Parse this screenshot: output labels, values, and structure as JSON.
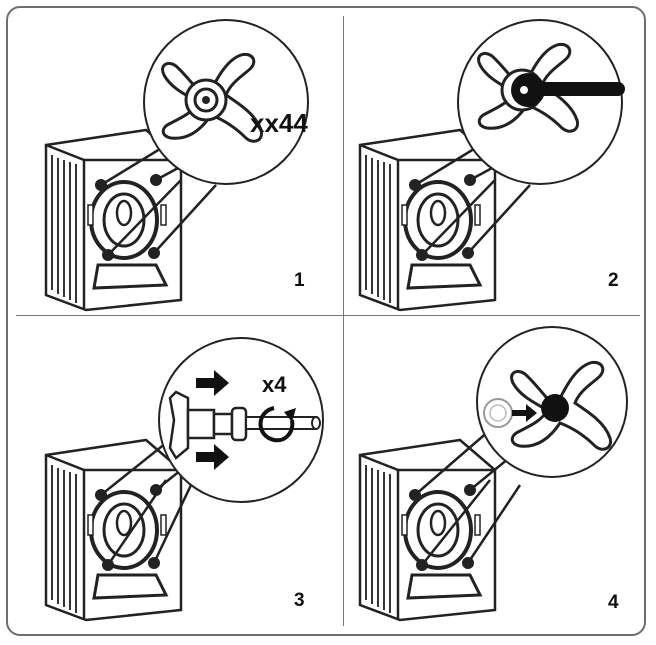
{
  "steps": [
    {
      "number": "1",
      "multiplier": "xx44"
    },
    {
      "number": "2"
    },
    {
      "number": "3",
      "multiplier": "x4"
    },
    {
      "number": "4"
    }
  ],
  "icons": [
    "washing-machine-icon",
    "transit-bolt-icon",
    "spanner-icon",
    "arrow-right-icon",
    "rotate-icon",
    "cover-cap-icon"
  ]
}
